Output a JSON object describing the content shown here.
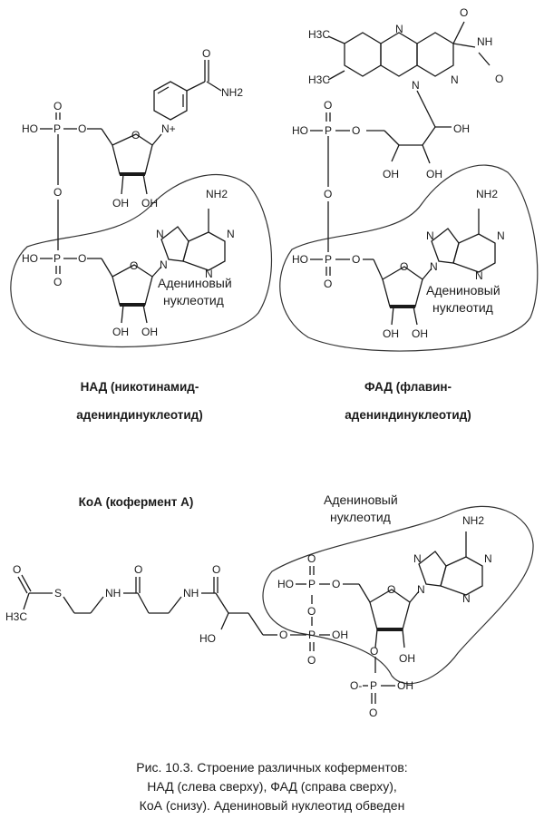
{
  "nad": {
    "caption_line1": "НАД (никотинамид-",
    "caption_line2": "адениндинуклеотид)",
    "label_line1": "Адениновый",
    "label_line2": "нуклеотид"
  },
  "fad": {
    "caption_line1": "ФАД (флавин-",
    "caption_line2": "адениндинуклеотид)",
    "label_line1": "Адениновый",
    "label_line2": "нуклеотид"
  },
  "coa": {
    "caption": "КоА (кофермент А)",
    "label_line1": "Адениновый",
    "label_line2": "нуклеотид"
  },
  "figure_caption": {
    "prefix": "Рис. 10.3.",
    "line1": " Строение различных коферментов:",
    "line2": "НАД (слева сверху), ФАД (справа сверху),",
    "line3": "КоА (снизу). Адениновый нуклеотид обведен"
  },
  "atoms": {
    "O": "O",
    "OH": "OH",
    "HO": "HO",
    "P": "P",
    "N": "N",
    "NH2": "NH2",
    "NH": "NH",
    "N_plus": "N+",
    "S": "S",
    "H3C": "H3C",
    "O_minus": "O-"
  }
}
